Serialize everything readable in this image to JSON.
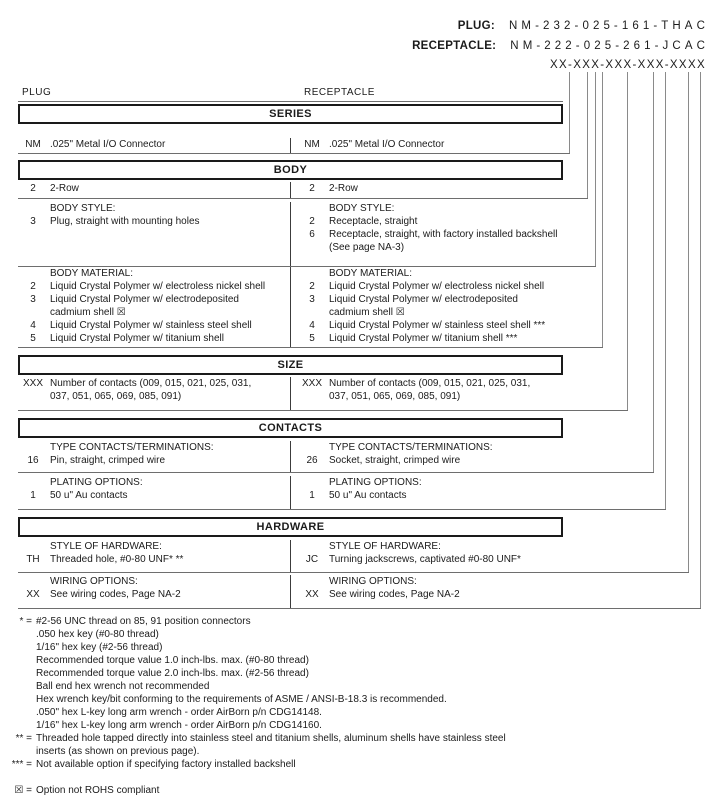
{
  "title_block": {
    "plug_label": "PLUG:",
    "plug_value": "NM-232-025-161-THAC",
    "receptacle_label": "RECEPTACLE:",
    "receptacle_value": "NM-222-025-261-JCAC",
    "mask": "XX-XXX-XXX-XXX-XXXX"
  },
  "columns": {
    "left": "PLUG",
    "right": "RECEPTACLE"
  },
  "sections": [
    {
      "title": "SERIES",
      "rows": [
        {
          "key": "series",
          "left": {
            "label": null,
            "options": [
              {
                "code": "NM",
                "text": ".025\" Metal I/O Connector"
              }
            ]
          },
          "right": {
            "label": null,
            "options": [
              {
                "code": "NM",
                "text": ".025\" Metal I/O Connector"
              }
            ]
          }
        }
      ]
    },
    {
      "title": "BODY",
      "rows": [
        {
          "key": "rows",
          "left": {
            "label": null,
            "options": [
              {
                "code": "2",
                "text": "2-Row"
              }
            ]
          },
          "right": {
            "label": null,
            "options": [
              {
                "code": "2",
                "text": "2-Row"
              }
            ]
          }
        },
        {
          "key": "body-style",
          "left": {
            "label": "BODY STYLE:",
            "options": [
              {
                "code": "3",
                "text": "Plug, straight with mounting holes"
              }
            ]
          },
          "right": {
            "label": "BODY STYLE:",
            "options": [
              {
                "code": "2",
                "text": "Receptacle, straight"
              },
              {
                "code": "6",
                "text": "Receptacle, straight, with factory installed backshell"
              },
              {
                "code": "",
                "text": "(See page NA-3)"
              }
            ]
          }
        },
        {
          "key": "body-material",
          "left": {
            "label": "BODY MATERIAL:",
            "options": [
              {
                "code": "2",
                "text": "Liquid Crystal Polymer w/ electroless nickel shell"
              },
              {
                "code": "3",
                "text": "Liquid Crystal Polymer w/ electrodeposited"
              },
              {
                "code": "",
                "text": "cadmium shell  ☒"
              },
              {
                "code": "4",
                "text": "Liquid Crystal Polymer w/ stainless steel shell"
              },
              {
                "code": "5",
                "text": "Liquid Crystal Polymer w/ titanium shell"
              }
            ]
          },
          "right": {
            "label": "BODY MATERIAL:",
            "options": [
              {
                "code": "2",
                "text": "Liquid Crystal Polymer w/ electroless nickel shell"
              },
              {
                "code": "3",
                "text": "Liquid Crystal Polymer w/ electrodeposited"
              },
              {
                "code": "",
                "text": "cadmium shell  ☒"
              },
              {
                "code": "4",
                "text": "Liquid Crystal Polymer w/ stainless steel shell ***"
              },
              {
                "code": "5",
                "text": "Liquid Crystal Polymer w/ titanium shell ***"
              }
            ]
          }
        }
      ]
    },
    {
      "title": "SIZE",
      "rows": [
        {
          "key": "size",
          "left": {
            "label": null,
            "options": [
              {
                "code": "XXX",
                "text": "Number of contacts (009, 015, 021, 025, 031,"
              },
              {
                "code": "",
                "text": "037, 051, 065, 069, 085, 091)"
              }
            ]
          },
          "right": {
            "label": null,
            "options": [
              {
                "code": "XXX",
                "text": "Number of contacts (009, 015, 021, 025, 031,"
              },
              {
                "code": "",
                "text": "037, 051, 065, 069, 085, 091)"
              }
            ]
          }
        }
      ]
    },
    {
      "title": "CONTACTS",
      "rows": [
        {
          "key": "contact-type",
          "left": {
            "label": "TYPE CONTACTS/TERMINATIONS:",
            "options": [
              {
                "code": "16",
                "text": "Pin, straight, crimped wire"
              }
            ]
          },
          "right": {
            "label": "TYPE CONTACTS/TERMINATIONS:",
            "options": [
              {
                "code": "26",
                "text": "Socket, straight, crimped wire"
              }
            ]
          }
        },
        {
          "key": "plating",
          "left": {
            "label": "PLATING OPTIONS:",
            "options": [
              {
                "code": "1",
                "text": "50 u\" Au contacts"
              }
            ]
          },
          "right": {
            "label": "PLATING OPTIONS:",
            "options": [
              {
                "code": "1",
                "text": "50 u\" Au contacts"
              }
            ]
          }
        }
      ]
    },
    {
      "title": "HARDWARE",
      "rows": [
        {
          "key": "hardware-style",
          "left": {
            "label": "STYLE OF HARDWARE:",
            "options": [
              {
                "code": "TH",
                "text": "Threaded hole, #0-80 UNF*  **"
              }
            ]
          },
          "right": {
            "label": "STYLE OF HARDWARE:",
            "options": [
              {
                "code": "JC",
                "text": "Turning jackscrews, captivated #0-80 UNF*"
              }
            ]
          }
        },
        {
          "key": "wiring",
          "left": {
            "label": "WIRING OPTIONS:",
            "options": [
              {
                "code": "XX",
                "text": "See wiring codes, Page NA-2"
              }
            ]
          },
          "right": {
            "label": "WIRING OPTIONS:",
            "options": [
              {
                "code": "XX",
                "text": "See wiring codes, Page NA-2"
              }
            ]
          }
        }
      ]
    }
  ],
  "connectors": [
    {
      "segment": "XX",
      "target": "series"
    },
    {
      "segment": "X",
      "target": "rows"
    },
    {
      "segment": "X",
      "target": "body-style"
    },
    {
      "segment": "X",
      "target": "body-material"
    },
    {
      "segment": "XXX",
      "target": "size"
    },
    {
      "segment": "XX",
      "target": "contact-type"
    },
    {
      "segment": "X",
      "target": "plating"
    },
    {
      "segment": "XX",
      "target": "hardware-style"
    },
    {
      "segment": "XX",
      "target": "wiring"
    }
  ],
  "footnotes": [
    {
      "marker": "* =",
      "text": "#2-56 UNC thread on 85, 91 position connectors"
    },
    {
      "marker": "",
      "text": ".050 hex key (#0-80 thread)"
    },
    {
      "marker": "",
      "text": "1/16\" hex key (#2-56 thread)"
    },
    {
      "marker": "",
      "text": "Recommended torque value 1.0 inch-lbs. max. (#0-80 thread)"
    },
    {
      "marker": "",
      "text": "Recommended torque value 2.0 inch-lbs. max. (#2-56 thread)"
    },
    {
      "marker": "",
      "text": "Ball end hex wrench not recommended"
    },
    {
      "marker": "",
      "text": "Hex wrench key/bit conforming to the requirements of ASME / ANSI-B-18.3 is recommended."
    },
    {
      "marker": "",
      "text": ".050\" hex L-key long arm wrench - order AirBorn p/n CDG14148."
    },
    {
      "marker": "",
      "text": "1/16\" hex L-key long arm wrench - order AirBorn p/n CDG14160."
    },
    {
      "marker": "** =",
      "text": "Threaded hole tapped directly into stainless steel and titanium shells, aluminum shells have stainless steel"
    },
    {
      "marker": "",
      "text": "inserts (as shown on previous page)."
    },
    {
      "marker": "*** =",
      "text": "Not available option if specifying factory installed backshell"
    },
    {
      "marker": "☒ =",
      "text": "Option not ROHS compliant",
      "gap": true
    }
  ],
  "colors": {
    "background": "#ffffff",
    "text": "#1b1b1b",
    "header_border": "#1a1a1a",
    "grid_line": "#6e6e6e",
    "connector_line": "#8a8a8a"
  }
}
